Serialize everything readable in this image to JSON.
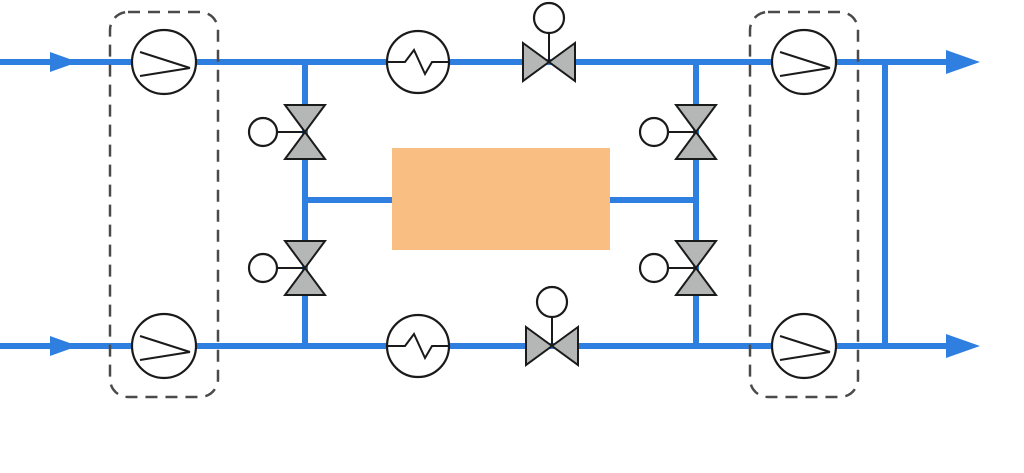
{
  "colors": {
    "pipe": "#2f7fe0",
    "component": "#f9be82",
    "valve_fill": "#b4b7b6",
    "outline": "#1a1a1a",
    "module_border": "#4a4a4a"
  },
  "components": {
    "central_unit": {
      "icon": "rectangle-block"
    },
    "compressors": {
      "count": 4,
      "icon": "compressor-symbol"
    },
    "heat_exchangers": {
      "count": 2,
      "icon": "heat-exchanger-symbol"
    },
    "valves": {
      "count": 6,
      "icon": "actuated-valve-symbol"
    },
    "modules": {
      "count": 2,
      "style": "dashed-rounded"
    }
  },
  "flow": {
    "inlets": 2,
    "outlets": 2,
    "direction": "left-to-right"
  }
}
